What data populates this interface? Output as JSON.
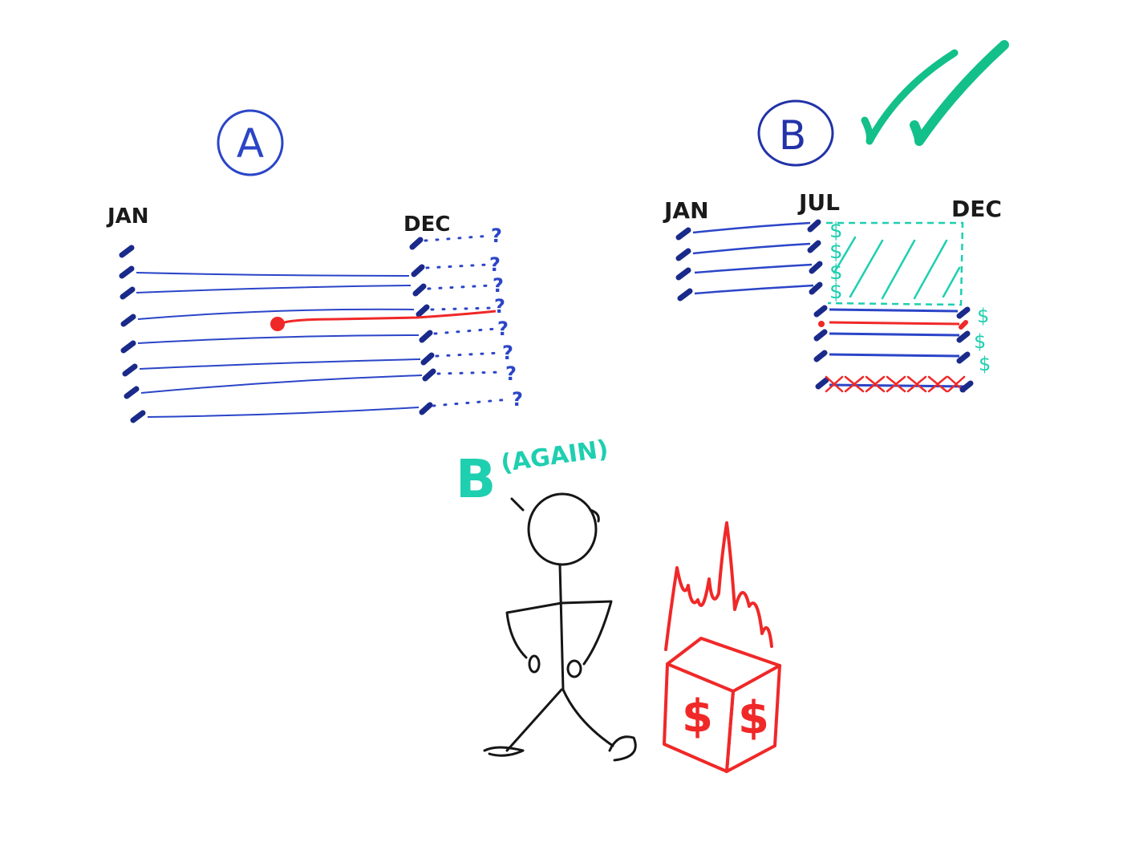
{
  "section_a": {
    "circle_label": "A",
    "start_label": "JAN",
    "end_label": "DEC",
    "question_mark": "?",
    "rows": 8
  },
  "section_b": {
    "circle_label": "B",
    "start_label": "JAN",
    "mid_label": "JUL",
    "end_label": "DEC",
    "dollar_sign": "$",
    "checkmarks": 2
  },
  "section_b_again": {
    "label": "B",
    "annotation": "(AGAIN)",
    "box_dollar_sign": "$"
  },
  "colors": {
    "blue": "#2b45c8",
    "navy": "#1a2a8a",
    "teal": "#1ecfb0",
    "green": "#13c08a",
    "red": "#f02828",
    "black": "#161616"
  }
}
